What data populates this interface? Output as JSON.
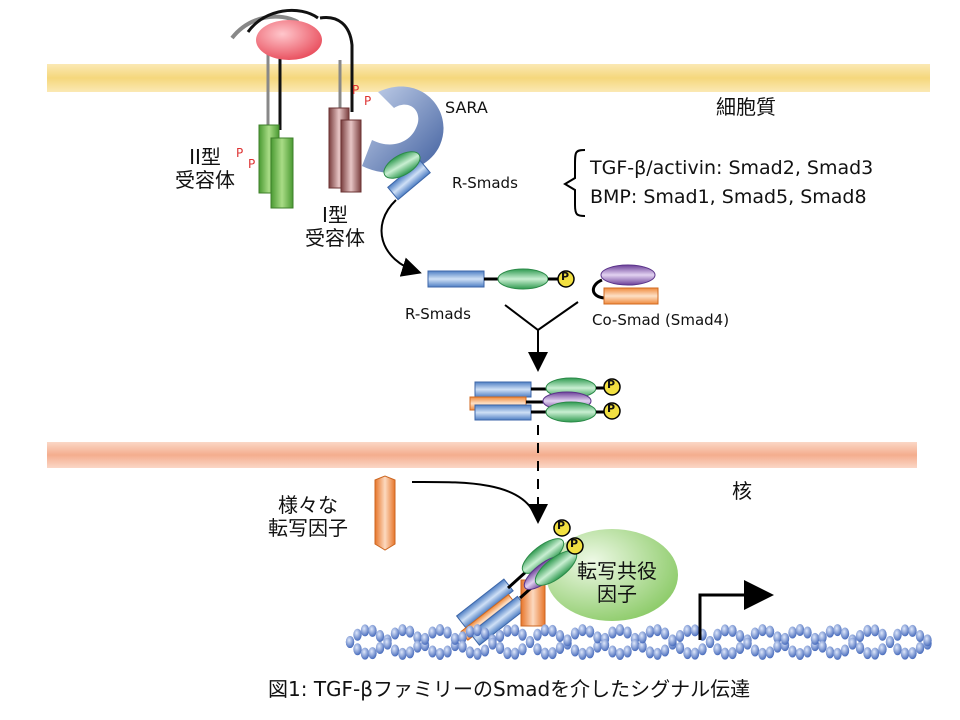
{
  "labels": {
    "cytoplasm": "細胞質",
    "nucleus": "核",
    "sara": "SARA",
    "type2_receptor": [
      "II型",
      "受容体"
    ],
    "type1_receptor": [
      "I型",
      "受容体"
    ],
    "r_smads_top": "R-Smads",
    "r_smads_mid": "R-Smads",
    "co_smad": "Co-Smad (Smad4)",
    "tf": [
      "様々な",
      "転写因子"
    ],
    "coactivator": [
      "転写共役",
      "因子"
    ],
    "tgf_line": "TGF-β/activin: Smad2, Smad3",
    "bmp_line": "BMP: Smad1, Smad5, Smad8",
    "caption": "図1: TGF-βファミリーのSmadを介したシグナル伝達",
    "p": "P"
  },
  "colors": {
    "membrane_outer": "#f7df90",
    "membrane_nuclear": "#f6b9a0",
    "receptor2": "#7cbf52",
    "receptor1": "#a86a6a",
    "ligand": "#ef5f6b",
    "sara": "#5b76b0",
    "smad_blue": "#6f9bd6",
    "smad_green": "#52b86f",
    "smad_purple": "#8a62b4",
    "smad_orange": "#f39a4e",
    "coactivator": "#a9d88a",
    "dna": "#5576c7",
    "phospho_red": "#d33",
    "p_badge": "#f6e65a"
  }
}
